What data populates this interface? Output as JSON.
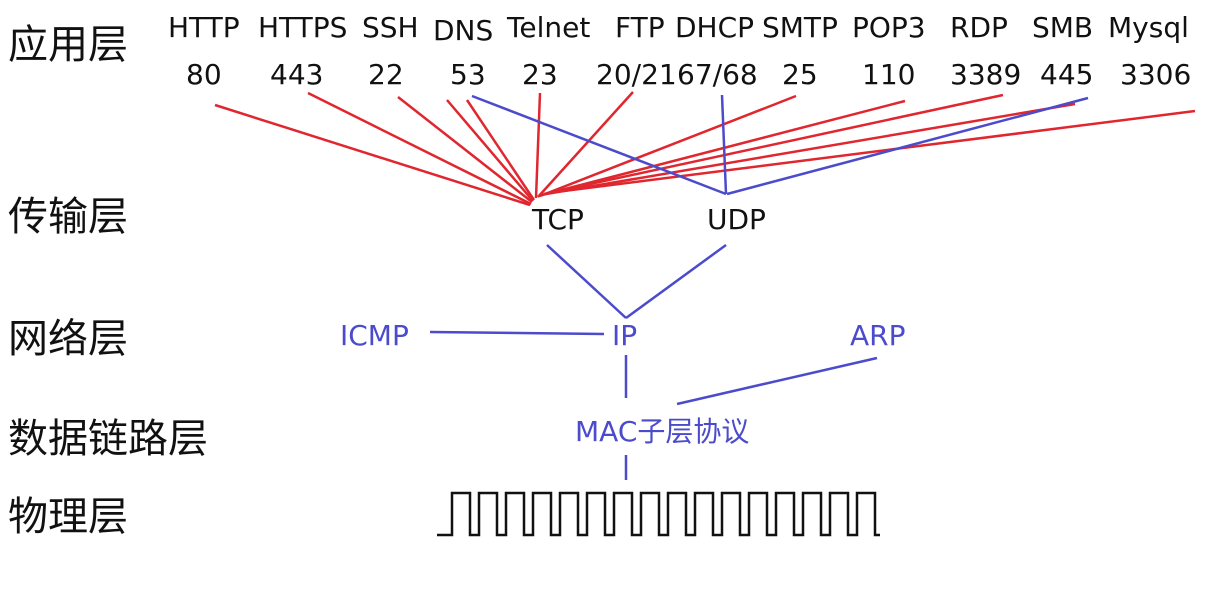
{
  "layers": {
    "application": "应用层",
    "transport": "传输层",
    "network": "网络层",
    "datalink": "数据链路层",
    "physical": "物理层"
  },
  "app_protocols": [
    {
      "name": "HTTP",
      "port": "80"
    },
    {
      "name": "HTTPS",
      "port": "443"
    },
    {
      "name": "SSH",
      "port": "22"
    },
    {
      "name": "DNS",
      "port": "53"
    },
    {
      "name": "Telnet",
      "port": "23"
    },
    {
      "name": "FTP",
      "port": "20/21"
    },
    {
      "name": "DHCP",
      "port": "67/68"
    },
    {
      "name": "SMTP",
      "port": "25"
    },
    {
      "name": "POP3",
      "port": "110"
    },
    {
      "name": "RDP",
      "port": "3389"
    },
    {
      "name": "SMB",
      "port": "445"
    },
    {
      "name": "Mysql",
      "port": "3306"
    }
  ],
  "transport": {
    "tcp": "TCP",
    "udp": "UDP"
  },
  "network": {
    "icmp": "ICMP",
    "ip": "IP",
    "arp": "ARP"
  },
  "datalink": {
    "mac": "MAC子层协议"
  },
  "colors": {
    "tcp_link": "#e0262e",
    "udp_link": "#4b4bcc",
    "text": "#111111",
    "blue_text": "#4b4bcc"
  },
  "connections": {
    "tcp": [
      "HTTP",
      "HTTPS",
      "SSH",
      "DNS",
      "Telnet",
      "FTP",
      "SMTP",
      "POP3",
      "RDP",
      "SMB",
      "Mysql"
    ],
    "udp": [
      "DNS",
      "DHCP",
      "SMB"
    ]
  }
}
